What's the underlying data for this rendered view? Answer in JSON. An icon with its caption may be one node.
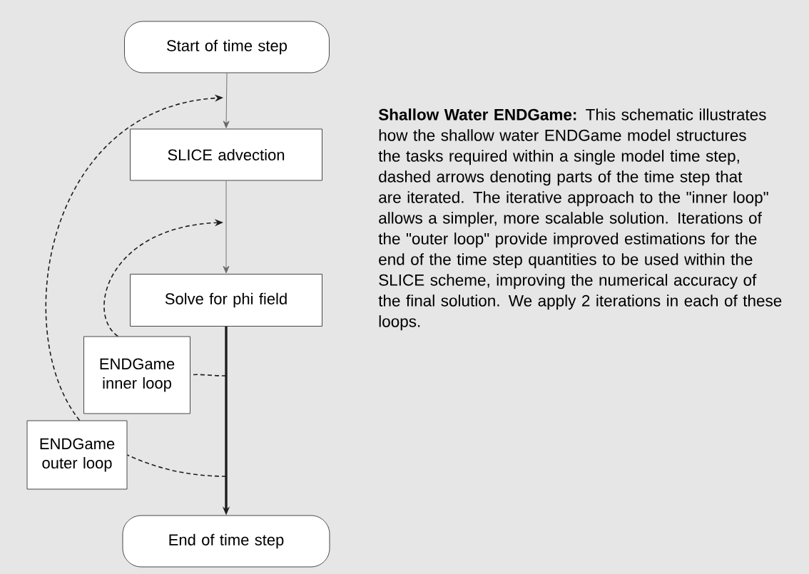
{
  "diagram": {
    "nodes": [
      {
        "text": [
          "Start of time step"
        ]
      },
      {
        "text": [
          "SLICE advection"
        ]
      },
      {
        "text": [
          "Solve for phi field"
        ]
      },
      {
        "text": [
          "ENDGame inner loop"
        ]
      },
      {
        "text": [
          "ENDGame outer loop"
        ]
      },
      {
        "text": [
          "End of time step"
        ]
      }
    ],
    "edges": [
      {
        "from": 0,
        "to": 1,
        "arrow": "to",
        "color": "#666666"
      },
      {
        "from": 1,
        "to": 2,
        "arrow": "to",
        "color": "#666666"
      },
      {
        "from": 2,
        "to": 5,
        "arrow": "to",
        "style": "thick"
      },
      {
        "from": null,
        "to": 3,
        "arrow": "none",
        "style": "dashed"
      },
      {
        "from": 3,
        "to": null,
        "arrow": "to",
        "style": "dashed"
      },
      {
        "from": null,
        "to": 4,
        "arrow": "none",
        "style": "dashed"
      },
      {
        "from": 4,
        "to": null,
        "arrow": "to",
        "style": "dashed"
      }
    ],
    "labels": [
      "**Shallow Water ENDGame:** This schematic illustrates how the shallow water ENDGame model structures the tasks required within a single model time step, dashed arrows denoting parts of the time step that are iterated. The iterative approach to the \"inner loop\" allows a simpler, more scalable solution. Iterations of the \"outer loop\" provide improved estimations for the end of the time step quantities to be used within the SLICE scheme, improving the numerical accuracy of the final solution. We apply 2 iterations in each of these loops."
    ]
  }
}
